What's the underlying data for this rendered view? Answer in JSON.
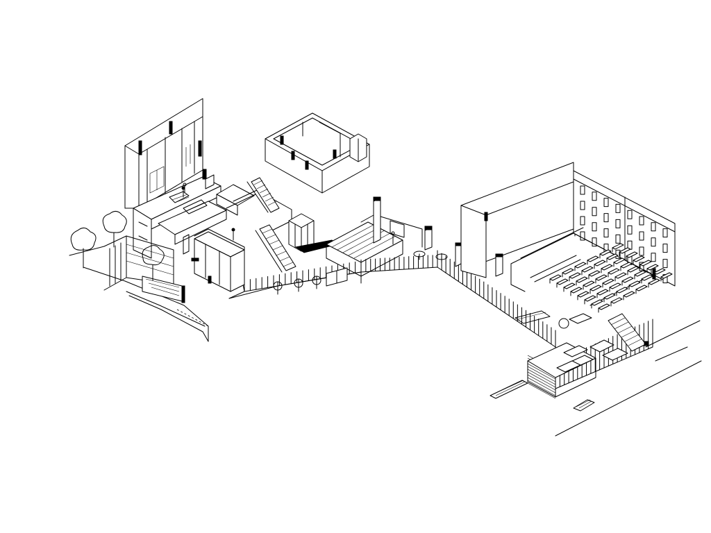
{
  "drawing": {
    "kind": "axonometric",
    "line_color": "#000000",
    "background": "#ffffff"
  },
  "components": [
    "tall-west-block",
    "floating-hall-block",
    "central-courtyard",
    "east-tall-wall",
    "east-facade",
    "auditorium-seating",
    "southeast-annex",
    "perimeter-fence",
    "trees"
  ]
}
